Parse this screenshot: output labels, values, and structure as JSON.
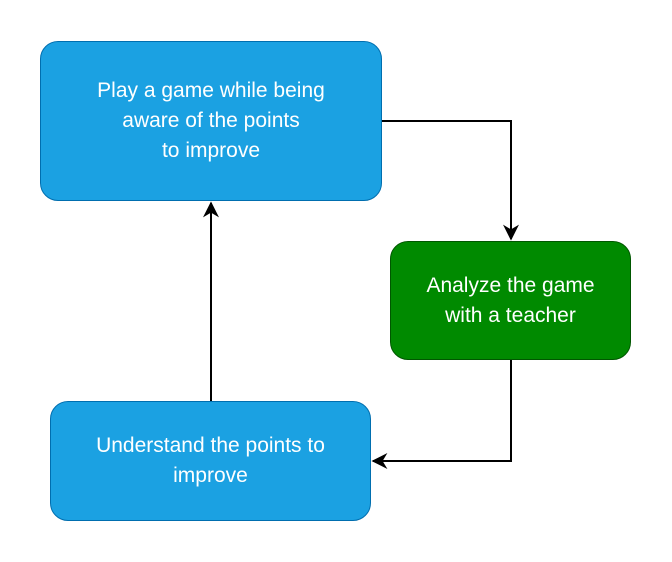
{
  "diagram": {
    "nodes": [
      {
        "id": "play",
        "label": "Play a game while being\naware of the points\nto improve",
        "color": "#1ba1e2",
        "border": "#006eaf"
      },
      {
        "id": "analyze",
        "label": "Analyze the game\nwith a teacher",
        "color": "#008a00",
        "border": "#005700"
      },
      {
        "id": "understand",
        "label": "Understand the points to\nimprove",
        "color": "#1ba1e2",
        "border": "#006eaf"
      }
    ],
    "edges": [
      {
        "from": "play",
        "to": "analyze"
      },
      {
        "from": "analyze",
        "to": "understand"
      },
      {
        "from": "understand",
        "to": "play"
      }
    ],
    "edge_color": "#000000"
  }
}
